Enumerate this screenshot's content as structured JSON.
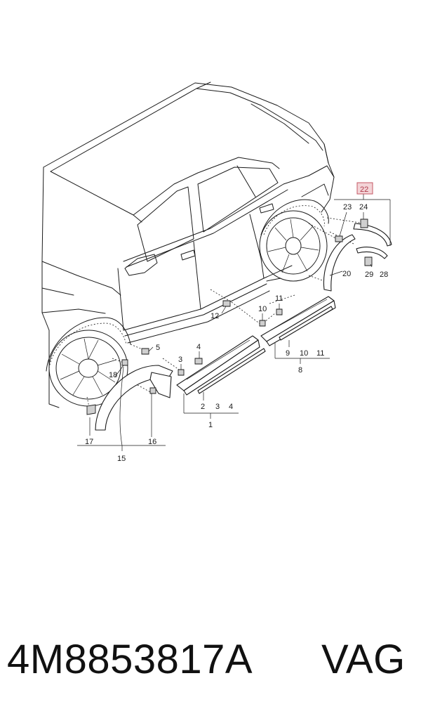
{
  "callouts": {
    "c1": "1",
    "c2": "2",
    "c3": "3",
    "c4": "4",
    "c5": "5",
    "c3b": "3",
    "c4b": "4",
    "c8": "8",
    "c9": "9",
    "c10": "10",
    "c11": "11",
    "c10b": "10",
    "c11b": "11",
    "c12": "12",
    "c15": "15",
    "c16": "16",
    "c17": "17",
    "c18": "18",
    "c20": "20",
    "c22": "22",
    "c23": "23",
    "c24": "24",
    "c28": "28",
    "c29": "29"
  },
  "highlight_callout": "22",
  "highlight_color": "#c45866",
  "footer": {
    "part_number": "4M8853817A",
    "brand": "VAG"
  }
}
